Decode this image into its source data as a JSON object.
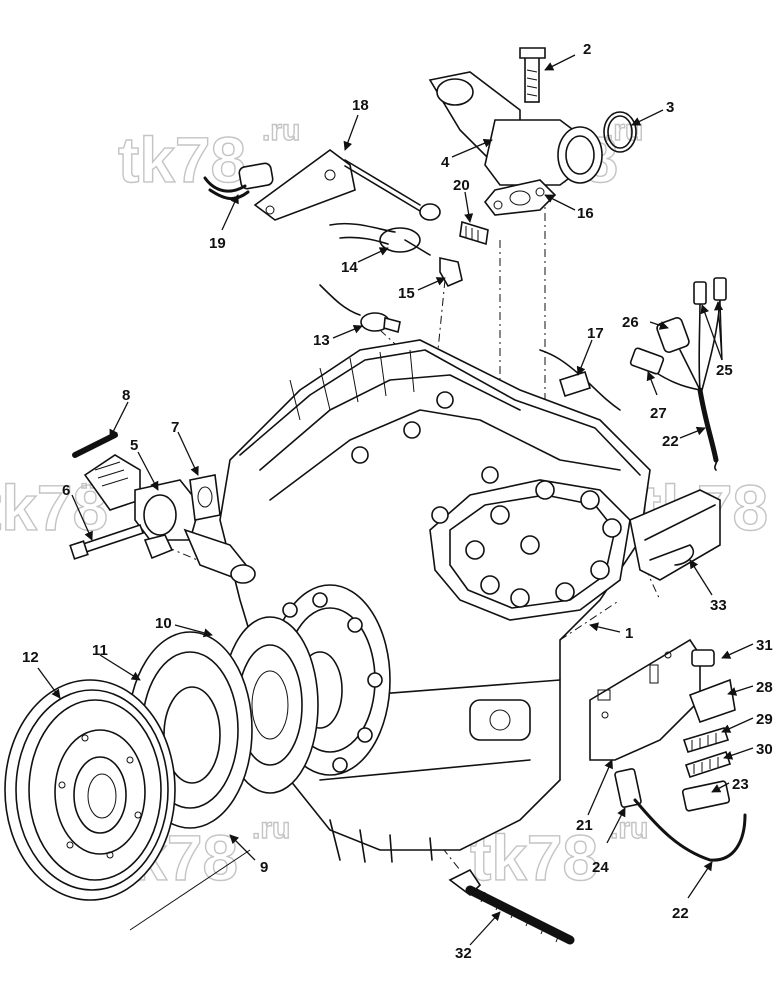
{
  "watermark": {
    "main": "tk78",
    "suffix": ".ru"
  },
  "callouts": [
    {
      "id": "c1",
      "label": "1"
    },
    {
      "id": "c2",
      "label": "2"
    },
    {
      "id": "c3",
      "label": "3"
    },
    {
      "id": "c4",
      "label": "4"
    },
    {
      "id": "c5",
      "label": "5"
    },
    {
      "id": "c6",
      "label": "6"
    },
    {
      "id": "c7",
      "label": "7"
    },
    {
      "id": "c8",
      "label": "8"
    },
    {
      "id": "c9",
      "label": "9"
    },
    {
      "id": "c10",
      "label": "10"
    },
    {
      "id": "c11",
      "label": "11"
    },
    {
      "id": "c12",
      "label": "12"
    },
    {
      "id": "c13",
      "label": "13"
    },
    {
      "id": "c14",
      "label": "14"
    },
    {
      "id": "c15",
      "label": "15"
    },
    {
      "id": "c16",
      "label": "16"
    },
    {
      "id": "c17",
      "label": "17"
    },
    {
      "id": "c18",
      "label": "18"
    },
    {
      "id": "c19",
      "label": "19"
    },
    {
      "id": "c20",
      "label": "20"
    },
    {
      "id": "c21",
      "label": "21"
    },
    {
      "id": "c22a",
      "label": "22"
    },
    {
      "id": "c22b",
      "label": "22"
    },
    {
      "id": "c23",
      "label": "23"
    },
    {
      "id": "c24",
      "label": "24"
    },
    {
      "id": "c25",
      "label": "25"
    },
    {
      "id": "c26",
      "label": "26"
    },
    {
      "id": "c27",
      "label": "27"
    },
    {
      "id": "c28",
      "label": "28"
    },
    {
      "id": "c29",
      "label": "29"
    },
    {
      "id": "c30",
      "label": "30"
    },
    {
      "id": "c31",
      "label": "31"
    },
    {
      "id": "c32",
      "label": "32"
    },
    {
      "id": "c33",
      "label": "33"
    }
  ]
}
